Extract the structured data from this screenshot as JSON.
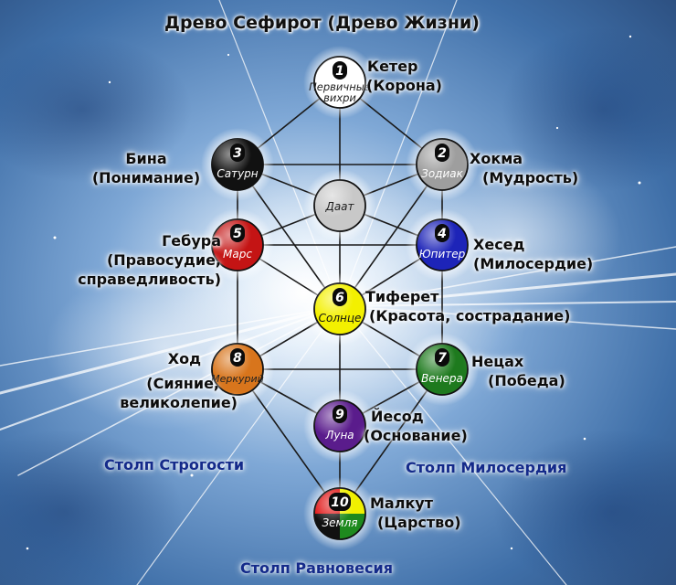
{
  "title": "Древо Сефирот (Древо Жизни)",
  "colors": {
    "keter": "#ffffff",
    "chokhmah": "#9e9e9e",
    "binah": "#111111",
    "daat": "#c8c8c8",
    "chesed": "#1d24b8",
    "gevurah": "#c41414",
    "tiferet": "#f3f000",
    "netzach": "#1e7a1e",
    "hod": "#d8751c",
    "yesod": "#5a1c8c",
    "malkuth_quarters": [
      "#e01010",
      "#f0f000",
      "#111111",
      "#1e8a1e"
    ]
  },
  "sefirot": [
    {
      "id": "keter",
      "number": "1",
      "planet": "Первичные вихри",
      "name": "Кетер",
      "meaning": "(Корона)"
    },
    {
      "id": "chokhmah",
      "number": "2",
      "planet": "Зодиак",
      "name": "Хокма",
      "meaning": "(Мудрость)"
    },
    {
      "id": "binah",
      "number": "3",
      "planet": "Сатурн",
      "name": "Бина",
      "meaning": "(Понимание)"
    },
    {
      "id": "chesed",
      "number": "4",
      "planet": "Юпитер",
      "name": "Хесед",
      "meaning": "(Милосердие)"
    },
    {
      "id": "gevurah",
      "number": "5",
      "planet": "Марс",
      "name": "Гебура",
      "meaning": "(Правосудие,",
      "meaning2": "справедливость)"
    },
    {
      "id": "tiferet",
      "number": "6",
      "planet": "Солнце",
      "name": "Тиферет",
      "meaning": "(Красота, сострадание)"
    },
    {
      "id": "netzach",
      "number": "7",
      "planet": "Венера",
      "name": "Нецах",
      "meaning": "(Победа)"
    },
    {
      "id": "hod",
      "number": "8",
      "planet": "Меркурий",
      "name": "Ход",
      "meaning": "(Сияние,",
      "meaning2": "великолепие)"
    },
    {
      "id": "yesod",
      "number": "9",
      "planet": "Луна",
      "name": "Йесод",
      "meaning": "(Основание)"
    },
    {
      "id": "malkuth",
      "number": "10",
      "planet": "Земля",
      "name": "Малкут",
      "meaning": "(Царство)"
    },
    {
      "id": "daat",
      "number": "",
      "planet": "Даат",
      "name": "",
      "meaning": ""
    }
  ],
  "pillars": {
    "severity": "Столп Строгости",
    "mercy": "Столп Милосердия",
    "balance": "Столп Равновесия"
  }
}
